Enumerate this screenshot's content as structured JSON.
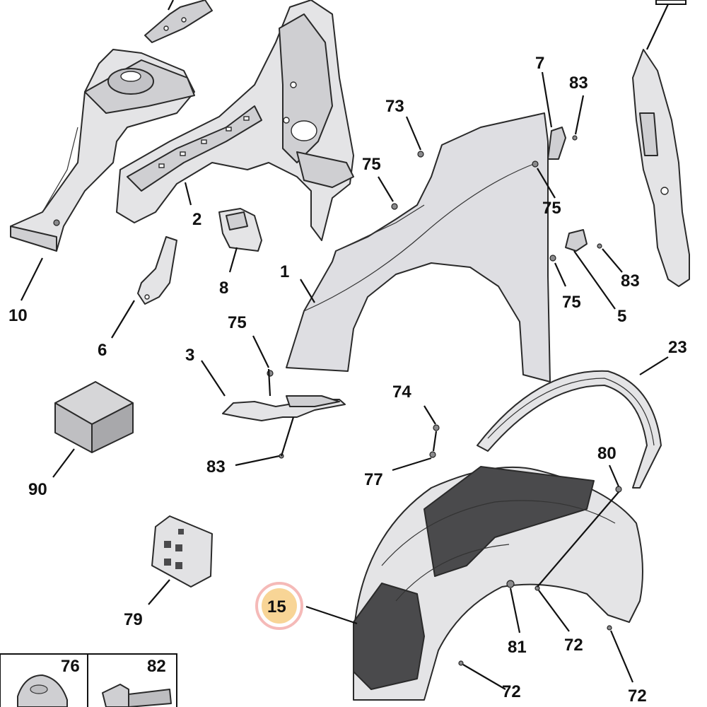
{
  "labels": {
    "l1": "1",
    "l2": "2",
    "l3": "3",
    "l5": "5",
    "l6": "6",
    "l7": "7",
    "l8": "8",
    "l10": "10",
    "l15": "15",
    "l23": "23",
    "l72a": "72",
    "l72b": "72",
    "l72c": "72",
    "l73": "73",
    "l74": "74",
    "l75a": "75",
    "l75b": "75",
    "l75c": "75",
    "l75d": "75",
    "l76": "76",
    "l77": "77",
    "l79": "79",
    "l80": "80",
    "l81": "81",
    "l82": "82",
    "l83a": "83",
    "l83b": "83",
    "l83c": "83",
    "l90": "90"
  },
  "highlight": {
    "part": "15",
    "color": "#f6d38a",
    "ring": "#f08a8a"
  },
  "colors": {
    "part_fill": "#e4e4e6",
    "liner_fill": "#4a4a4c",
    "line": "#111111"
  }
}
